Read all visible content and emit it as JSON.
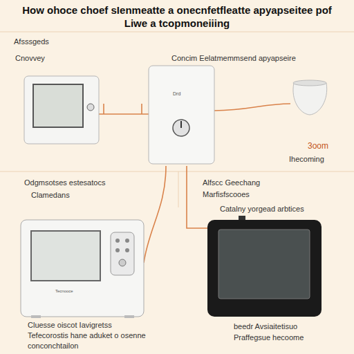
{
  "diagram": {
    "title": "How ohoce choef sIenmeatte a onecnfetfleatte apyapseitee pof Liwe a tcopmoneiiing",
    "labels": [
      "Afsssgeds",
      "Cnovvey",
      "Concim Eelatmemmsend apyapseire",
      "Drd",
      "3oom",
      "Ihecoming",
      "Odgmsotses estesatocs",
      "Clamedans",
      "Alfscc Geechang",
      "Marfisfscooes",
      "Catalny yorgead arbtices",
      "Tecnooce",
      "Cluesse oiscot Iavigretss",
      "Tefecorostis hane aduket o osenne",
      "conconchtailon",
      "beedr Avsiaitetisuo",
      "Praffegsue hecoome"
    ]
  }
}
